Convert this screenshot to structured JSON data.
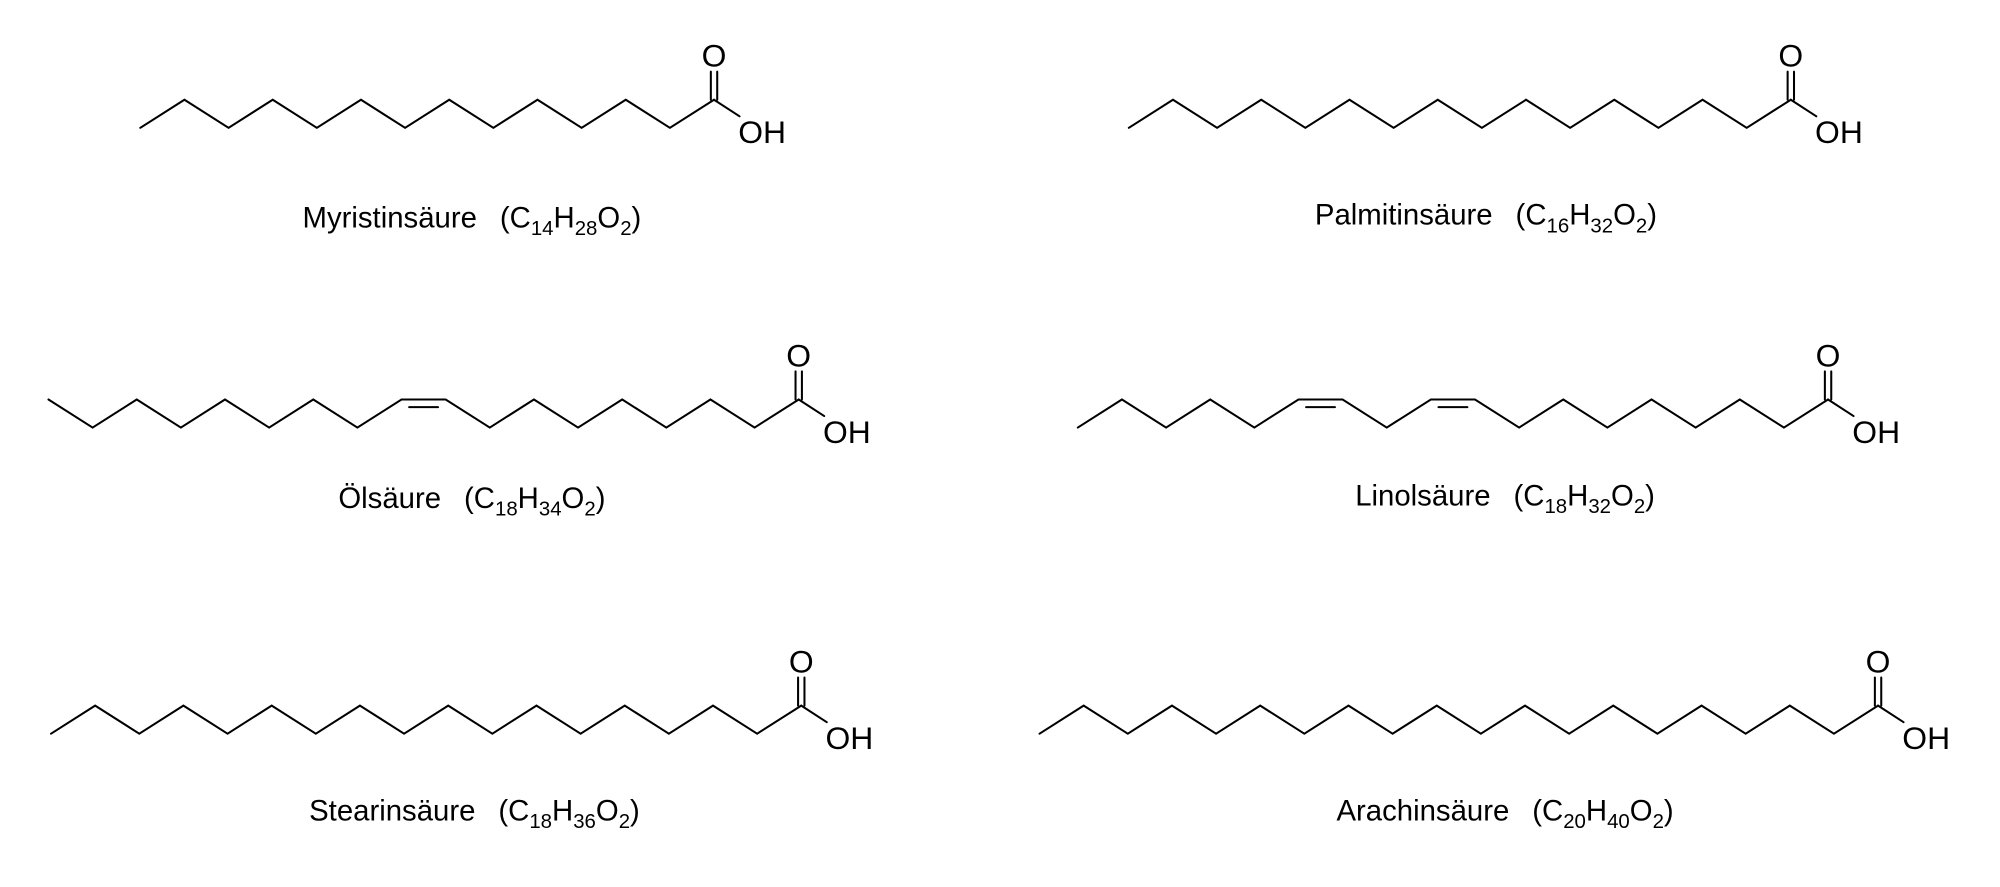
{
  "atom_labels": {
    "oxygen": "O",
    "hydroxyl": "OH"
  },
  "colors": {
    "bond": "#000000",
    "text": "#000000",
    "background": "#ffffff"
  },
  "molecules": [
    {
      "name": "Myristinsäure",
      "carbons": 14,
      "cis_double_bonds": [],
      "formula": {
        "open": "(",
        "C": "C",
        "c_count": "14",
        "H": "H",
        "h_count": "28",
        "O": "O",
        "o_count": "2",
        "close": ")"
      }
    },
    {
      "name": "Palmitinsäure",
      "carbons": 16,
      "cis_double_bonds": [],
      "formula": {
        "open": "(",
        "C": "C",
        "c_count": "16",
        "H": "H",
        "h_count": "32",
        "O": "O",
        "o_count": "2",
        "close": ")"
      }
    },
    {
      "name": "Ölsäure",
      "carbons": 18,
      "cis_double_bonds": [
        9
      ],
      "formula": {
        "open": "(",
        "C": "C",
        "c_count": "18",
        "H": "H",
        "h_count": "34",
        "O": "O",
        "o_count": "2",
        "close": ")"
      }
    },
    {
      "name": "Linolsäure",
      "carbons": 18,
      "cis_double_bonds": [
        9,
        12
      ],
      "formula": {
        "open": "(",
        "C": "C",
        "c_count": "18",
        "H": "H",
        "h_count": "32",
        "O": "O",
        "o_count": "2",
        "close": ")"
      }
    },
    {
      "name": "Stearinsäure",
      "carbons": 18,
      "cis_double_bonds": [],
      "formula": {
        "open": "(",
        "C": "C",
        "c_count": "18",
        "H": "H",
        "h_count": "36",
        "O": "O",
        "o_count": "2",
        "close": ")"
      }
    },
    {
      "name": "Arachinsäure",
      "carbons": 20,
      "cis_double_bonds": [],
      "formula": {
        "open": "(",
        "C": "C",
        "c_count": "20",
        "H": "H",
        "h_count": "40",
        "O": "O",
        "o_count": "2",
        "close": ")"
      }
    }
  ]
}
